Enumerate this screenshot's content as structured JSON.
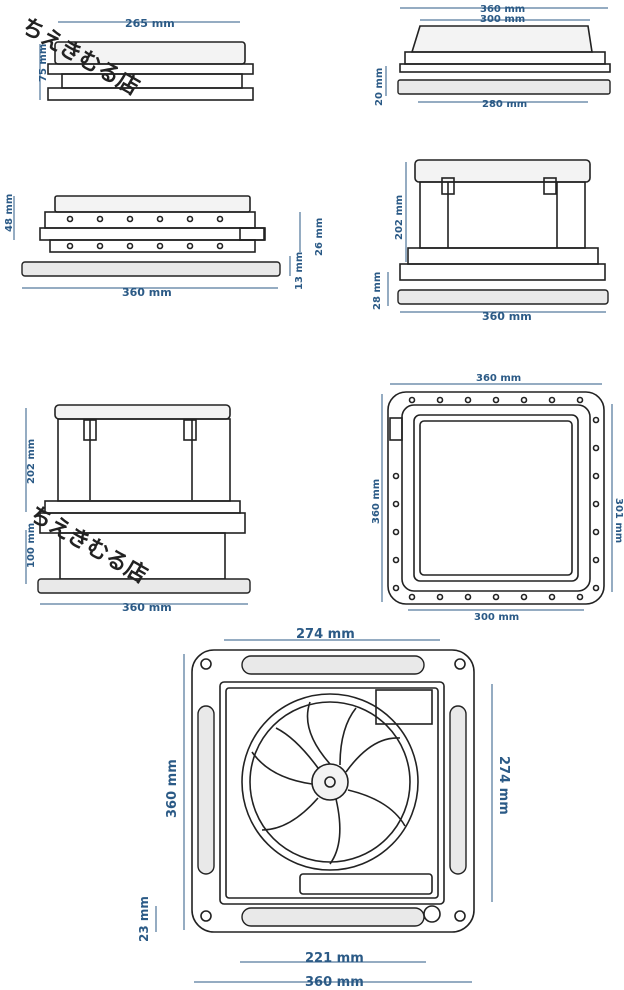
{
  "watermark": {
    "text_top": "ちえきむる店",
    "text_mid": "ちえきむる店"
  },
  "dims": {
    "d265": "265 mm",
    "d75": "75 mm",
    "d360_top_right": "360 mm",
    "d300_top_right": "300 mm",
    "d20": "20 mm",
    "d280": "280 mm",
    "d48": "48 mm",
    "d26": "26 mm",
    "d13": "13 mm",
    "d360_mid_left": "360 mm",
    "d202_right": "202 mm",
    "d28": "28 mm",
    "d360_mid_right": "360 mm",
    "d202_left": "202 mm",
    "d100": "100 mm",
    "d360_low_left": "360 mm",
    "d360_sq_top": "360 mm",
    "d360_sq_left": "360 mm",
    "d301": "301 mm",
    "d300_sq_bottom": "300 mm",
    "d274_top": "274 mm",
    "d360_fan_left": "360 mm",
    "d274_right": "274 mm",
    "d23": "23 mm",
    "d221": "221 mm",
    "d360_bottom": "360 mm"
  }
}
